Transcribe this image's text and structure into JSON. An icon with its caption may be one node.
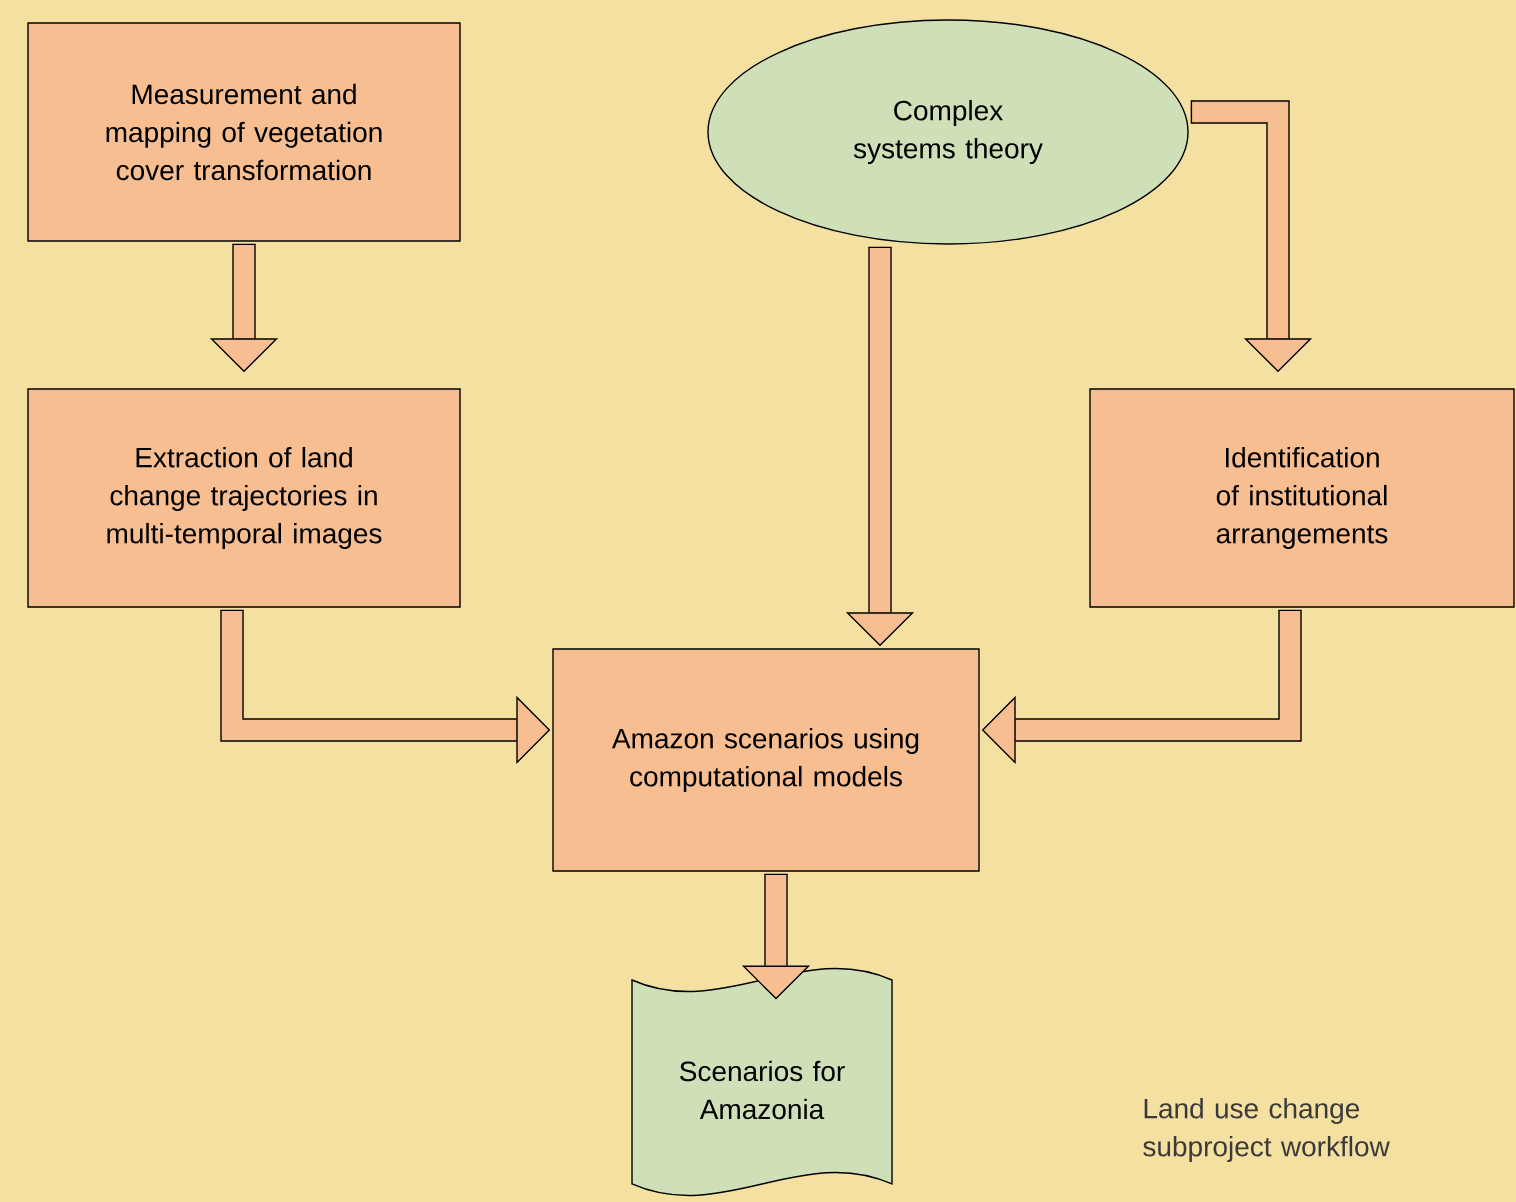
{
  "diagram": {
    "nodes": [
      {
        "text": [
          "Measurement and mapping of vegetation cover transformation"
        ]
      },
      {
        "text": [
          "Complex systems theory"
        ]
      },
      {
        "text": [
          "Extraction of land change trajectories in multi-temporal images"
        ]
      },
      {
        "text": [
          "Identification of institutional arrangements"
        ]
      },
      {
        "text": [
          "Amazon scenarios using computational models"
        ]
      },
      {
        "text": [
          "Scenarios for Amazonia"
        ]
      }
    ],
    "edges": [
      {
        "from": 0,
        "to": 2,
        "arrow": "to"
      },
      {
        "from": 1,
        "to": 3,
        "arrow": "to"
      },
      {
        "from": 1,
        "to": 4,
        "arrow": "to"
      },
      {
        "from": 2,
        "to": 4,
        "arrow": "to"
      },
      {
        "from": 3,
        "to": 4,
        "arrow": "to"
      },
      {
        "from": 4,
        "to": 5,
        "arrow": "to"
      }
    ],
    "labels": [
      "Land use change subproject workflow"
    ]
  }
}
